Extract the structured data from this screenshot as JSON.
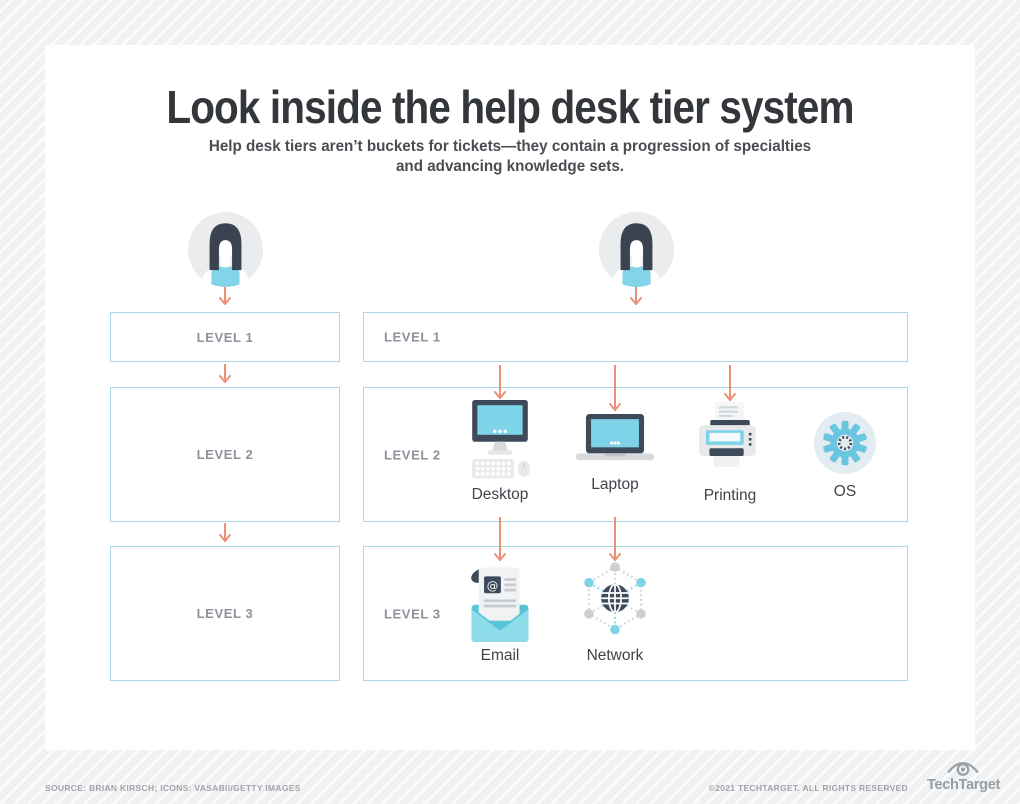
{
  "header": {
    "title": "Look inside the help desk tier system",
    "subtitle_line1": "Help desk tiers aren’t buckets for tickets—they contain a progression of specialties",
    "subtitle_line2": "and advancing knowledge sets."
  },
  "left_track": {
    "levels": [
      "LEVEL 1",
      "LEVEL 2",
      "LEVEL 3"
    ]
  },
  "right_track": {
    "levels": [
      "LEVEL 1",
      "LEVEL 2",
      "LEVEL 3"
    ],
    "level2_items": [
      {
        "label": "Desktop",
        "icon": "desktop-icon"
      },
      {
        "label": "Laptop",
        "icon": "laptop-icon"
      },
      {
        "label": "Printing",
        "icon": "printer-icon"
      },
      {
        "label": "OS",
        "icon": "os-gear-icon"
      }
    ],
    "level3_items": [
      {
        "label": "Email",
        "icon": "email-icon"
      },
      {
        "label": "Network",
        "icon": "network-icon"
      }
    ]
  },
  "footer": {
    "source": "SOURCE: BRIAN KIRSCH; ICONS: VASABII/GETTY IMAGES",
    "copyright": "©2021 TECHTARGET. ALL RIGHTS RESERVED",
    "brand": "TechTarget"
  },
  "colors": {
    "accent_blue": "#7ed3e8",
    "border_blue": "#a9d9e6",
    "arrow_salmon": "#eb8f77",
    "dark_navy": "#3e4a59",
    "level_label_gray": "#8d929b",
    "card_white": "#ffffff",
    "background_gray": "#f0f1f2"
  }
}
